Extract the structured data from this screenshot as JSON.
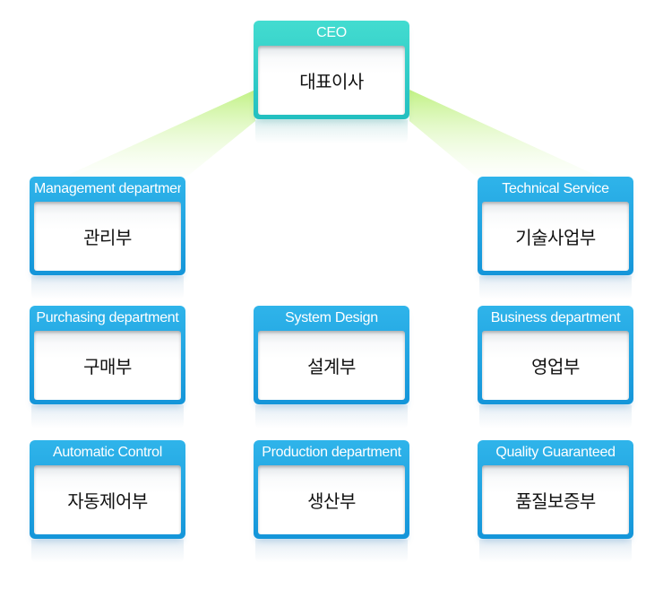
{
  "ceo": {
    "title": "CEO",
    "name": "대표이사"
  },
  "departments": [
    {
      "title": "Management department",
      "name": "관리부"
    },
    {
      "title": "Technical Service",
      "name": "기술사업부"
    },
    {
      "title": "Purchasing department",
      "name": "구매부"
    },
    {
      "title": "System Design",
      "name": "설계부"
    },
    {
      "title": "Business department",
      "name": "영업부"
    },
    {
      "title": "Automatic Control",
      "name": "자동제어부"
    },
    {
      "title": "Production department",
      "name": "생산부"
    },
    {
      "title": "Quality Guaranteed",
      "name": "품질보증부"
    }
  ],
  "colors": {
    "ceo_box": "#2ccbc8",
    "dept_box": "#1ea4e1",
    "connector_glow": "#b8f07a"
  }
}
